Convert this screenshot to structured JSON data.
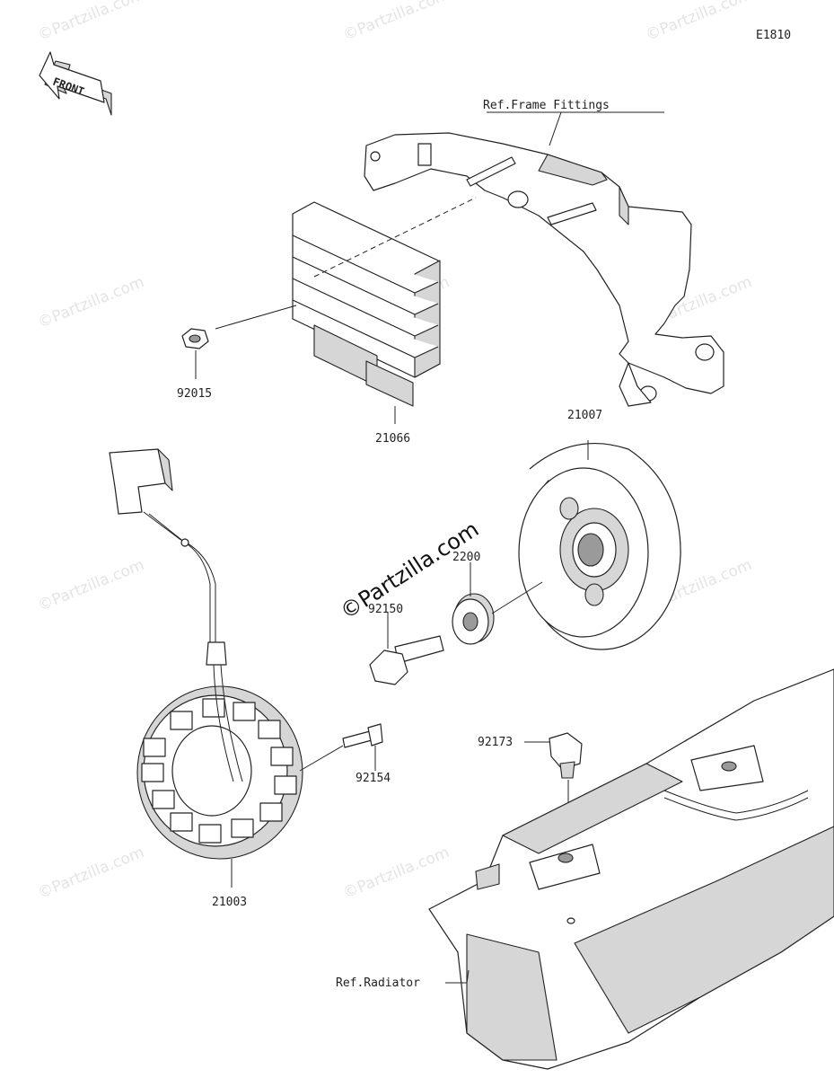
{
  "diagram_code": "E1810",
  "front_label": "FRONT",
  "watermark": "©Partzilla.com",
  "brand_watermark": "©Partzilla.com",
  "callouts": {
    "ref_frame": "Ref.Frame Fittings",
    "ref_radiator": "Ref.Radiator",
    "p92015": "92015",
    "p21066": "21066",
    "p21007": "21007",
    "p2200": "2200",
    "p92150": "92150",
    "p92154": "92154",
    "p92173": "92173",
    "p21003": "21003"
  }
}
